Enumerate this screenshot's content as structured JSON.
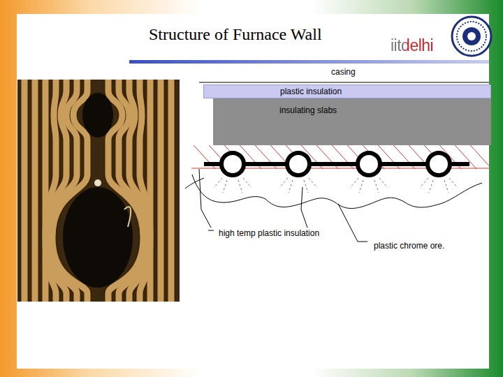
{
  "diagram": {
    "title": "Structure of Furnace Wall",
    "nodes": [
      {
        "text": [
          "plastic insulation"
        ]
      },
      {
        "text": [
          "insulating slabs"
        ]
      }
    ],
    "labels": [
      "casing",
      "high temp plastic insulation",
      "plastic chrome ore.",
      "iitdelhi"
    ]
  }
}
